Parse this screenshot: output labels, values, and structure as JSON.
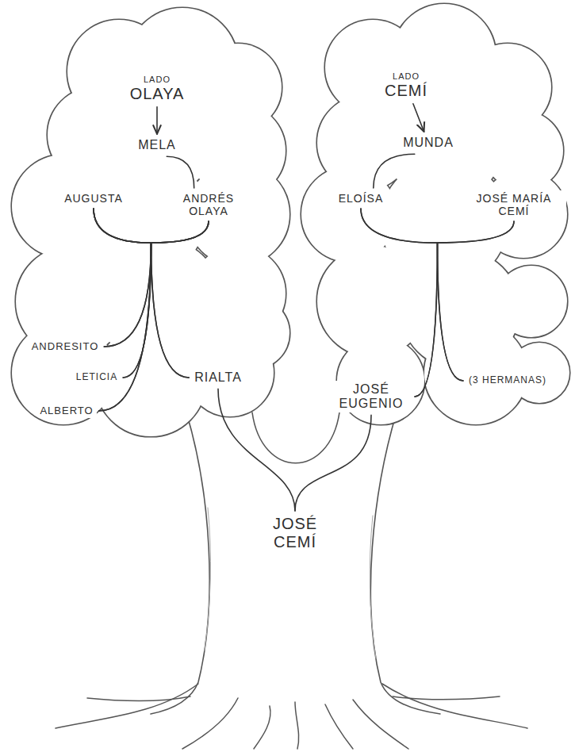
{
  "diagram": {
    "nodes": [
      {
        "text": [
          "LADO",
          "OLAYA"
        ]
      },
      {
        "text": [
          "MELA"
        ]
      },
      {
        "text": [
          "AUGUSTA"
        ]
      },
      {
        "text": [
          "ANDRÉS OLAYA"
        ]
      },
      {
        "text": [
          "ANDRESITO"
        ]
      },
      {
        "text": [
          "LETICIA"
        ]
      },
      {
        "text": [
          "ALBERTO"
        ]
      },
      {
        "text": [
          "RIALTA"
        ]
      },
      {
        "text": [
          "LADO",
          "CEMÍ"
        ]
      },
      {
        "text": [
          "MUNDA"
        ]
      },
      {
        "text": [
          "ELOÍSA"
        ]
      },
      {
        "text": [
          "JOSÉ MARÍA CEMÍ"
        ]
      },
      {
        "text": [
          "JOSÉ EUGENIO"
        ]
      },
      {
        "text": [
          "(3 HERMANAS)"
        ]
      },
      {
        "text": [
          "JOSÉ CEMÍ"
        ]
      }
    ],
    "edges": [
      {
        "from": 0,
        "to": 1,
        "arrow": "to"
      },
      {
        "from": 1,
        "to": 3,
        "arrow": "none"
      },
      {
        "from": 2,
        "to": 4,
        "arrow": "none"
      },
      {
        "from": 2,
        "to": 5,
        "arrow": "none"
      },
      {
        "from": 2,
        "to": 6,
        "arrow": "none"
      },
      {
        "from": 2,
        "to": 7,
        "arrow": "none"
      },
      {
        "from": 3,
        "to": 4,
        "arrow": "none"
      },
      {
        "from": 3,
        "to": 5,
        "arrow": "none"
      },
      {
        "from": 3,
        "to": 6,
        "arrow": "none"
      },
      {
        "from": 3,
        "to": 7,
        "arrow": "none"
      },
      {
        "from": 8,
        "to": 9,
        "arrow": "to"
      },
      {
        "from": 9,
        "to": 10,
        "arrow": "none"
      },
      {
        "from": 10,
        "to": 12,
        "arrow": "none"
      },
      {
        "from": 10,
        "to": 13,
        "arrow": "none"
      },
      {
        "from": 11,
        "to": 12,
        "arrow": "none"
      },
      {
        "from": 11,
        "to": 13,
        "arrow": "none"
      },
      {
        "from": 7,
        "to": 14,
        "arrow": "none"
      },
      {
        "from": 12,
        "to": 14,
        "arrow": "none"
      }
    ]
  }
}
